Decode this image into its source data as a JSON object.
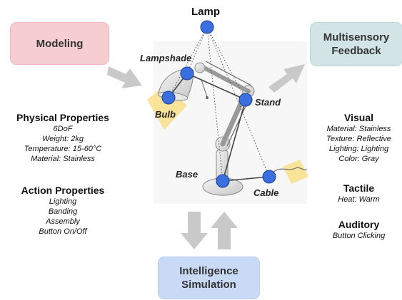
{
  "boxes": {
    "modeling": "Modeling",
    "feedback_line1": "Multisensory",
    "feedback_line2": "Feedback",
    "sim_line1": "Intelligence",
    "sim_line2": "Simulation"
  },
  "lamp_title": "Lamp",
  "parts": {
    "lampshade": "Lampshade",
    "bulb": "Bulb",
    "stand": "Stand",
    "base": "Base",
    "cable": "Cable"
  },
  "physical": {
    "heading": "Physical Properties",
    "lines": [
      "6DoF",
      "Weight: 2kg",
      "Temperature: 15-60°C",
      "Material: Stainless"
    ]
  },
  "action": {
    "heading": "Action Properties",
    "lines": [
      "Lighting",
      "Banding",
      "Assembly",
      "Button On/Off"
    ]
  },
  "visual": {
    "heading": "Visual",
    "lines": [
      "Material: Stainless",
      "Texture: Reflective",
      "Lighting: Lighting",
      "Color: Gray"
    ]
  },
  "tactile": {
    "heading": "Tactile",
    "lines": [
      "Heat: Warm"
    ]
  },
  "auditory": {
    "heading": "Auditory",
    "lines": [
      "Button Clicking"
    ]
  },
  "colors": {
    "node": "#3a6fe0",
    "arrow": "#c9c9c9",
    "glow": "#f8dc7a"
  }
}
